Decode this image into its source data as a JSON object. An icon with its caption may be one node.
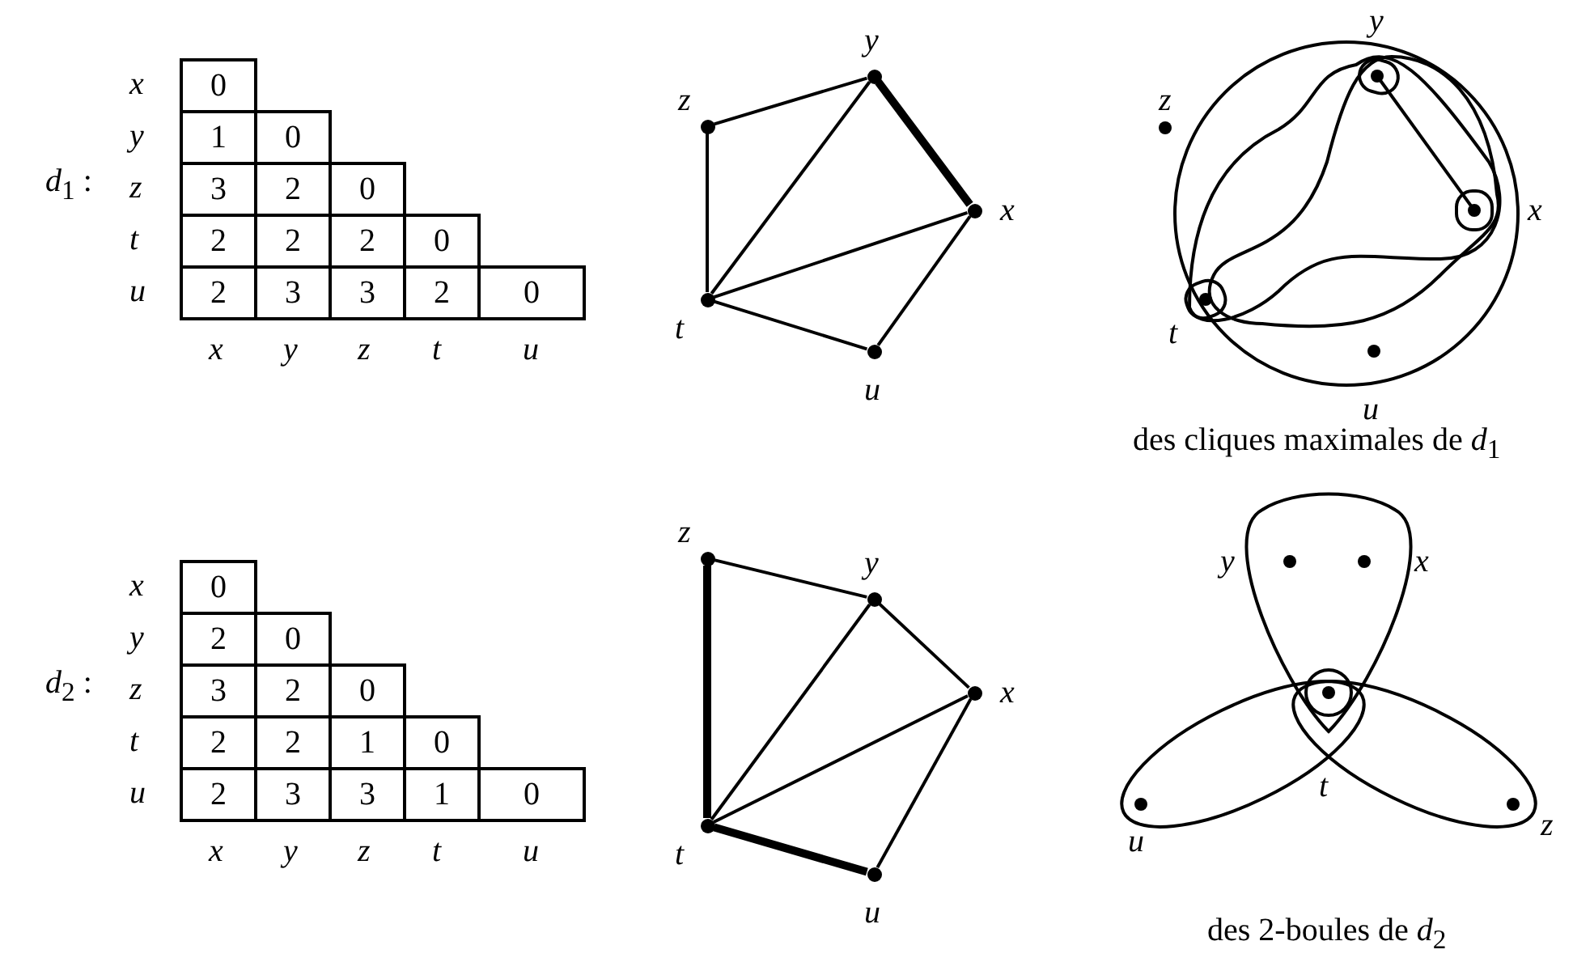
{
  "diagram": {
    "nodes": [
      {
        "text": [],
        "shape": "circle",
        "beside": [
          "y"
        ]
      },
      {
        "text": [],
        "shape": "circle",
        "beside": [
          "z"
        ]
      },
      {
        "text": [],
        "shape": "circle",
        "beside": [
          "x"
        ]
      },
      {
        "text": [],
        "shape": "circle",
        "beside": [
          "t"
        ]
      },
      {
        "text": [],
        "shape": "circle",
        "beside": [
          "u"
        ]
      },
      {
        "text": [],
        "shape": "circle",
        "beside": [
          "z"
        ]
      },
      {
        "text": [],
        "shape": "circle",
        "beside": [
          "y"
        ]
      },
      {
        "text": [],
        "shape": "circle",
        "beside": [
          "x"
        ]
      },
      {
        "text": [],
        "shape": "circle",
        "beside": [
          "t"
        ]
      },
      {
        "text": [],
        "shape": "circle",
        "beside": [
          "u"
        ]
      }
    ],
    "edges": [
      {
        "from": 0,
        "to": 1,
        "arrow": "none"
      },
      {
        "from": 0,
        "to": 2,
        "arrow": "none",
        "style": "thick"
      },
      {
        "from": 1,
        "to": 3,
        "arrow": "none"
      },
      {
        "from": 0,
        "to": 3,
        "arrow": "none"
      },
      {
        "from": 2,
        "to": 3,
        "arrow": "none"
      },
      {
        "from": 2,
        "to": 4,
        "arrow": "none"
      },
      {
        "from": 3,
        "to": 4,
        "arrow": "none"
      },
      {
        "from": 5,
        "to": 6,
        "arrow": "none"
      },
      {
        "from": 5,
        "to": 8,
        "arrow": "none",
        "style": "thick"
      },
      {
        "from": 6,
        "to": 8,
        "arrow": "none"
      },
      {
        "from": 6,
        "to": 7,
        "arrow": "none"
      },
      {
        "from": 7,
        "to": 8,
        "arrow": "none"
      },
      {
        "from": 7,
        "to": 9,
        "arrow": "none"
      },
      {
        "from": 8,
        "to": 9,
        "arrow": "none",
        "style": "thick"
      }
    ],
    "labels": [
      "*d*$_{1}$ :",
      "x",
      "0",
      "y",
      "1",
      "0",
      "z",
      "3",
      "2",
      "0",
      "t",
      "2",
      "2",
      "2",
      "0",
      "u",
      "2",
      "3",
      "3",
      "2",
      "0",
      "x",
      "y",
      "z",
      "t",
      "u",
      "y",
      "z",
      "x",
      "t",
      "u",
      "des cliques maximales de *d*$_{1}$",
      "*d*$_{2}$ :",
      "x",
      "0",
      "y",
      "2",
      "0",
      "z",
      "3",
      "2",
      "0",
      "t",
      "2",
      "2",
      "1",
      "0",
      "u",
      "2",
      "3",
      "3",
      "1",
      "0",
      "x",
      "y",
      "z",
      "t",
      "u",
      "y",
      "x",
      "t",
      "u",
      "z",
      "des 2-boules de *d*$_{2}$"
    ]
  }
}
